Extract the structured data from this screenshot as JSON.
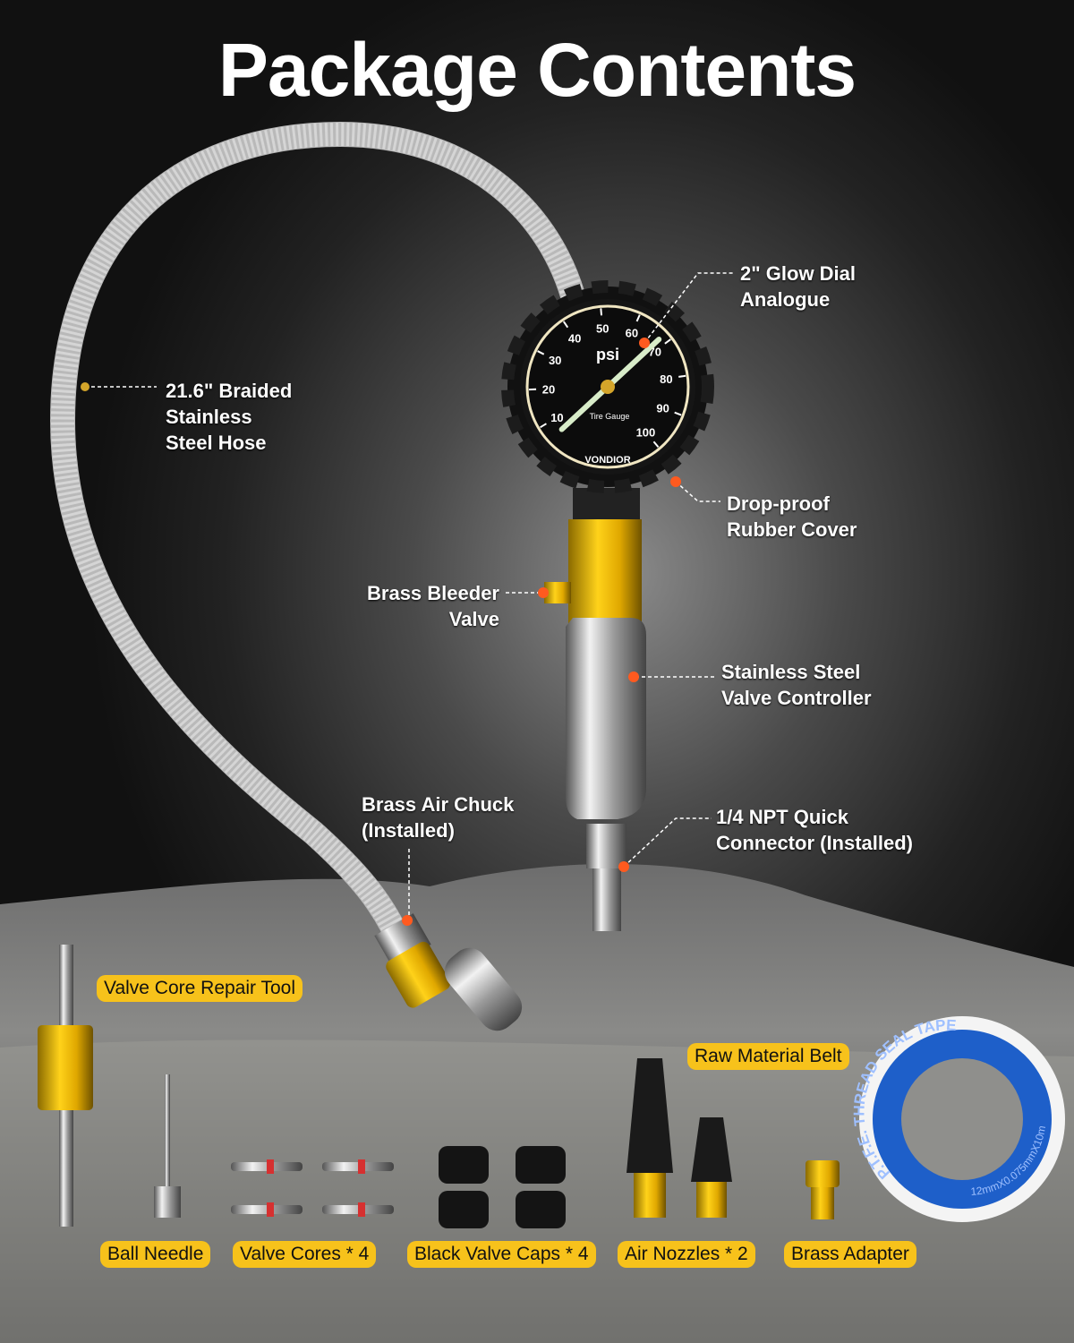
{
  "title": "Package Contents",
  "callouts": {
    "glow_dial": [
      "2\" Glow Dial",
      "Analogue"
    ],
    "hose": [
      "21.6\" Braided",
      "Stainless",
      "Steel Hose"
    ],
    "rubber_cover": [
      "Drop-proof",
      "Rubber Cover"
    ],
    "bleeder": [
      "Brass Bleeder",
      "Valve"
    ],
    "controller": [
      "Stainless Steel",
      "Valve Controller"
    ],
    "chuck": [
      "Brass Air Chuck",
      "(Installed)"
    ],
    "connector": [
      "1/4 NPT Quick",
      "Connector (Installed)"
    ]
  },
  "badges": {
    "repair_tool": "Valve Core Repair Tool",
    "raw_belt": "Raw Material Belt",
    "ball_needle": "Ball Needle",
    "valve_cores": "Valve Cores * 4",
    "caps": "Black Valve Caps * 4",
    "nozzles": "Air Nozzles * 2",
    "adapter": "Brass Adapter"
  },
  "gauge": {
    "unit": "psi",
    "label": "Tire Gauge",
    "brand": "VONDIOR",
    "ticks": [
      10,
      20,
      30,
      40,
      50,
      60,
      70,
      80,
      90,
      100
    ],
    "min": 0,
    "max": 100,
    "needle_value": 68
  },
  "tape": {
    "top": "P.T.F.E. THREAD SEAL TAPE",
    "bottom": "12mmX0.075mmX10m"
  },
  "colors": {
    "accent": "#f7c21b",
    "dot": "#ff5a1f",
    "tape": "#1e5fc9"
  }
}
